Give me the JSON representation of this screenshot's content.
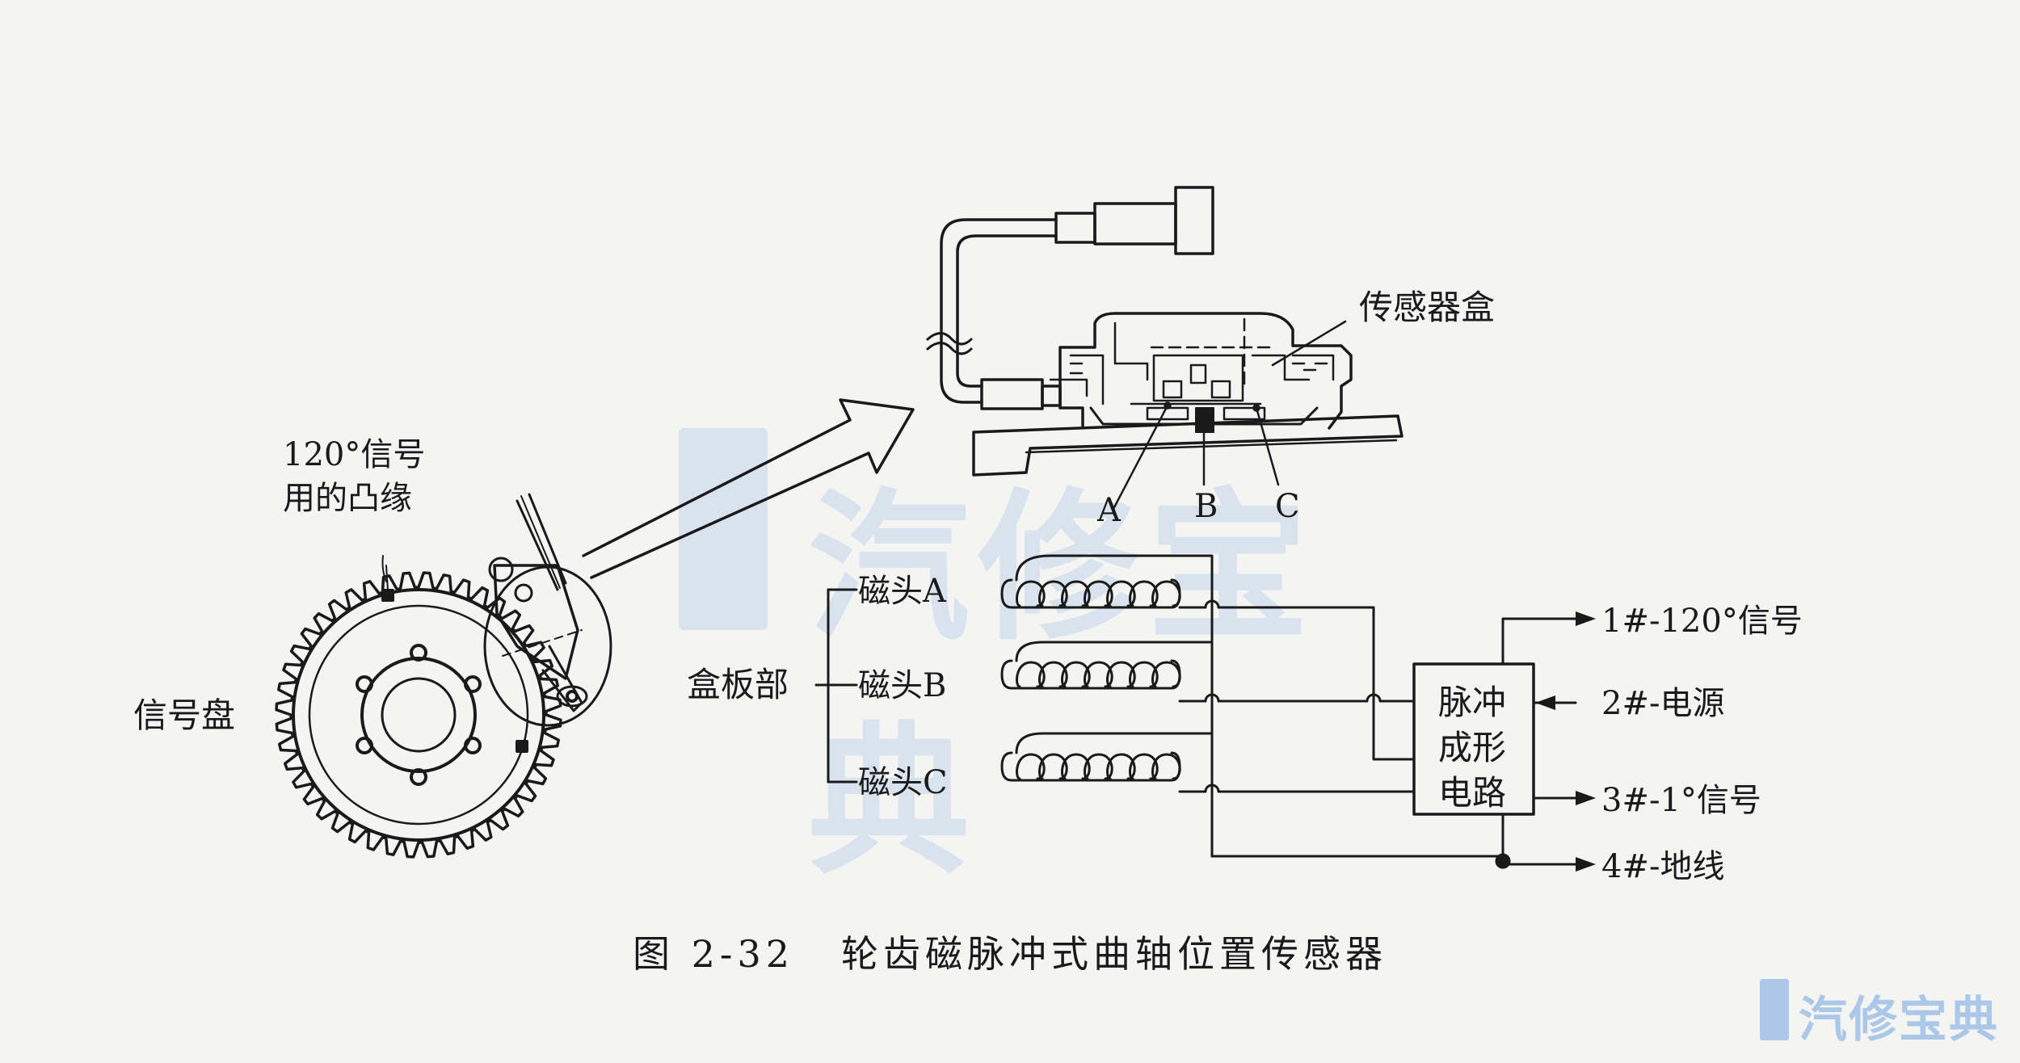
{
  "labels": {
    "flange": "120°信号\n用的凸缘",
    "signal_disc": "信号盘",
    "sensor_box": "传感器盒",
    "point_a": "A",
    "point_b": "B",
    "point_c": "C",
    "board": "盒板部",
    "head_a": "磁头A",
    "head_b": "磁头B",
    "head_c": "磁头C",
    "circuit": "脉冲\n成形\n电路",
    "out1": "1#-120°信号",
    "out2": "2#-电源",
    "out3": "3#-1°信号",
    "out4": "4#-地线"
  },
  "caption": {
    "number": "图 2-32",
    "title": "轮齿磁脉冲式曲轴位置传感器"
  },
  "watermark": {
    "text": "汽修宝典",
    "color": "#4f8fd6"
  }
}
